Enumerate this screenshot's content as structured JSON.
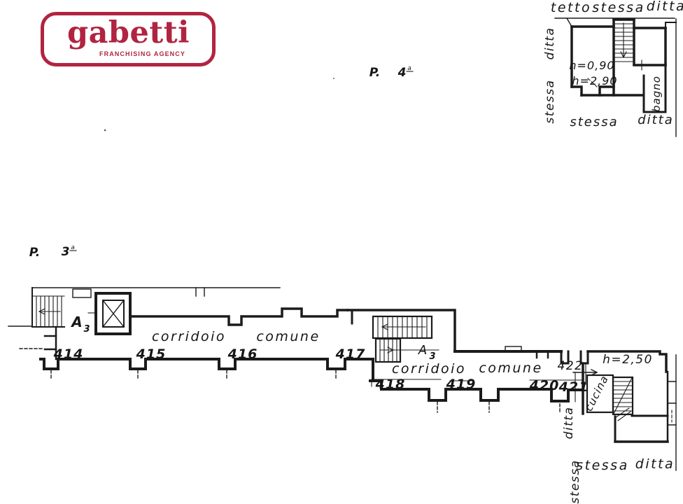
{
  "colors": {
    "brand_red": "#b12441",
    "ink": "#1b1b1b",
    "paper": "#ffffff"
  },
  "logo": {
    "brand": "gabetti",
    "tagline": "FRANCHISING AGENCY"
  },
  "floors": {
    "upper": {
      "prefix": "P.",
      "number": "4",
      "ordinal": "a"
    },
    "lower": {
      "prefix": "P.",
      "number": "3",
      "ordinal": "a"
    }
  },
  "attic_plan": {
    "roof_label": {
      "w1": "tetto",
      "w2": "stessa",
      "w3": "ditta"
    },
    "left_vertical": {
      "top": "ditta",
      "bottom": "stessa"
    },
    "height_low": "h=0,90",
    "height_high": "h=2,90",
    "bathroom": "bagno",
    "bottom": {
      "left": "stessa",
      "right": "ditta"
    }
  },
  "main_plan": {
    "upper_corridor": {
      "hall": "corridoio",
      "common": "comune",
      "stairwell": {
        "letter": "A",
        "index": "3"
      },
      "rooms": [
        "414",
        "415",
        "416",
        "417"
      ]
    },
    "lower_corridor": {
      "hall": "corridoio",
      "common": "comune",
      "stairwell": {
        "letter": "A",
        "index": "3"
      },
      "rooms": [
        "418",
        "419",
        "420",
        "421"
      ],
      "door": "422",
      "ceiling_height": "h=2,50",
      "kitchen": "cucina"
    },
    "right_vertical": {
      "top": "ditta",
      "bottom": "stessa"
    },
    "bottom": {
      "left": "stessa",
      "right": "ditta"
    }
  }
}
